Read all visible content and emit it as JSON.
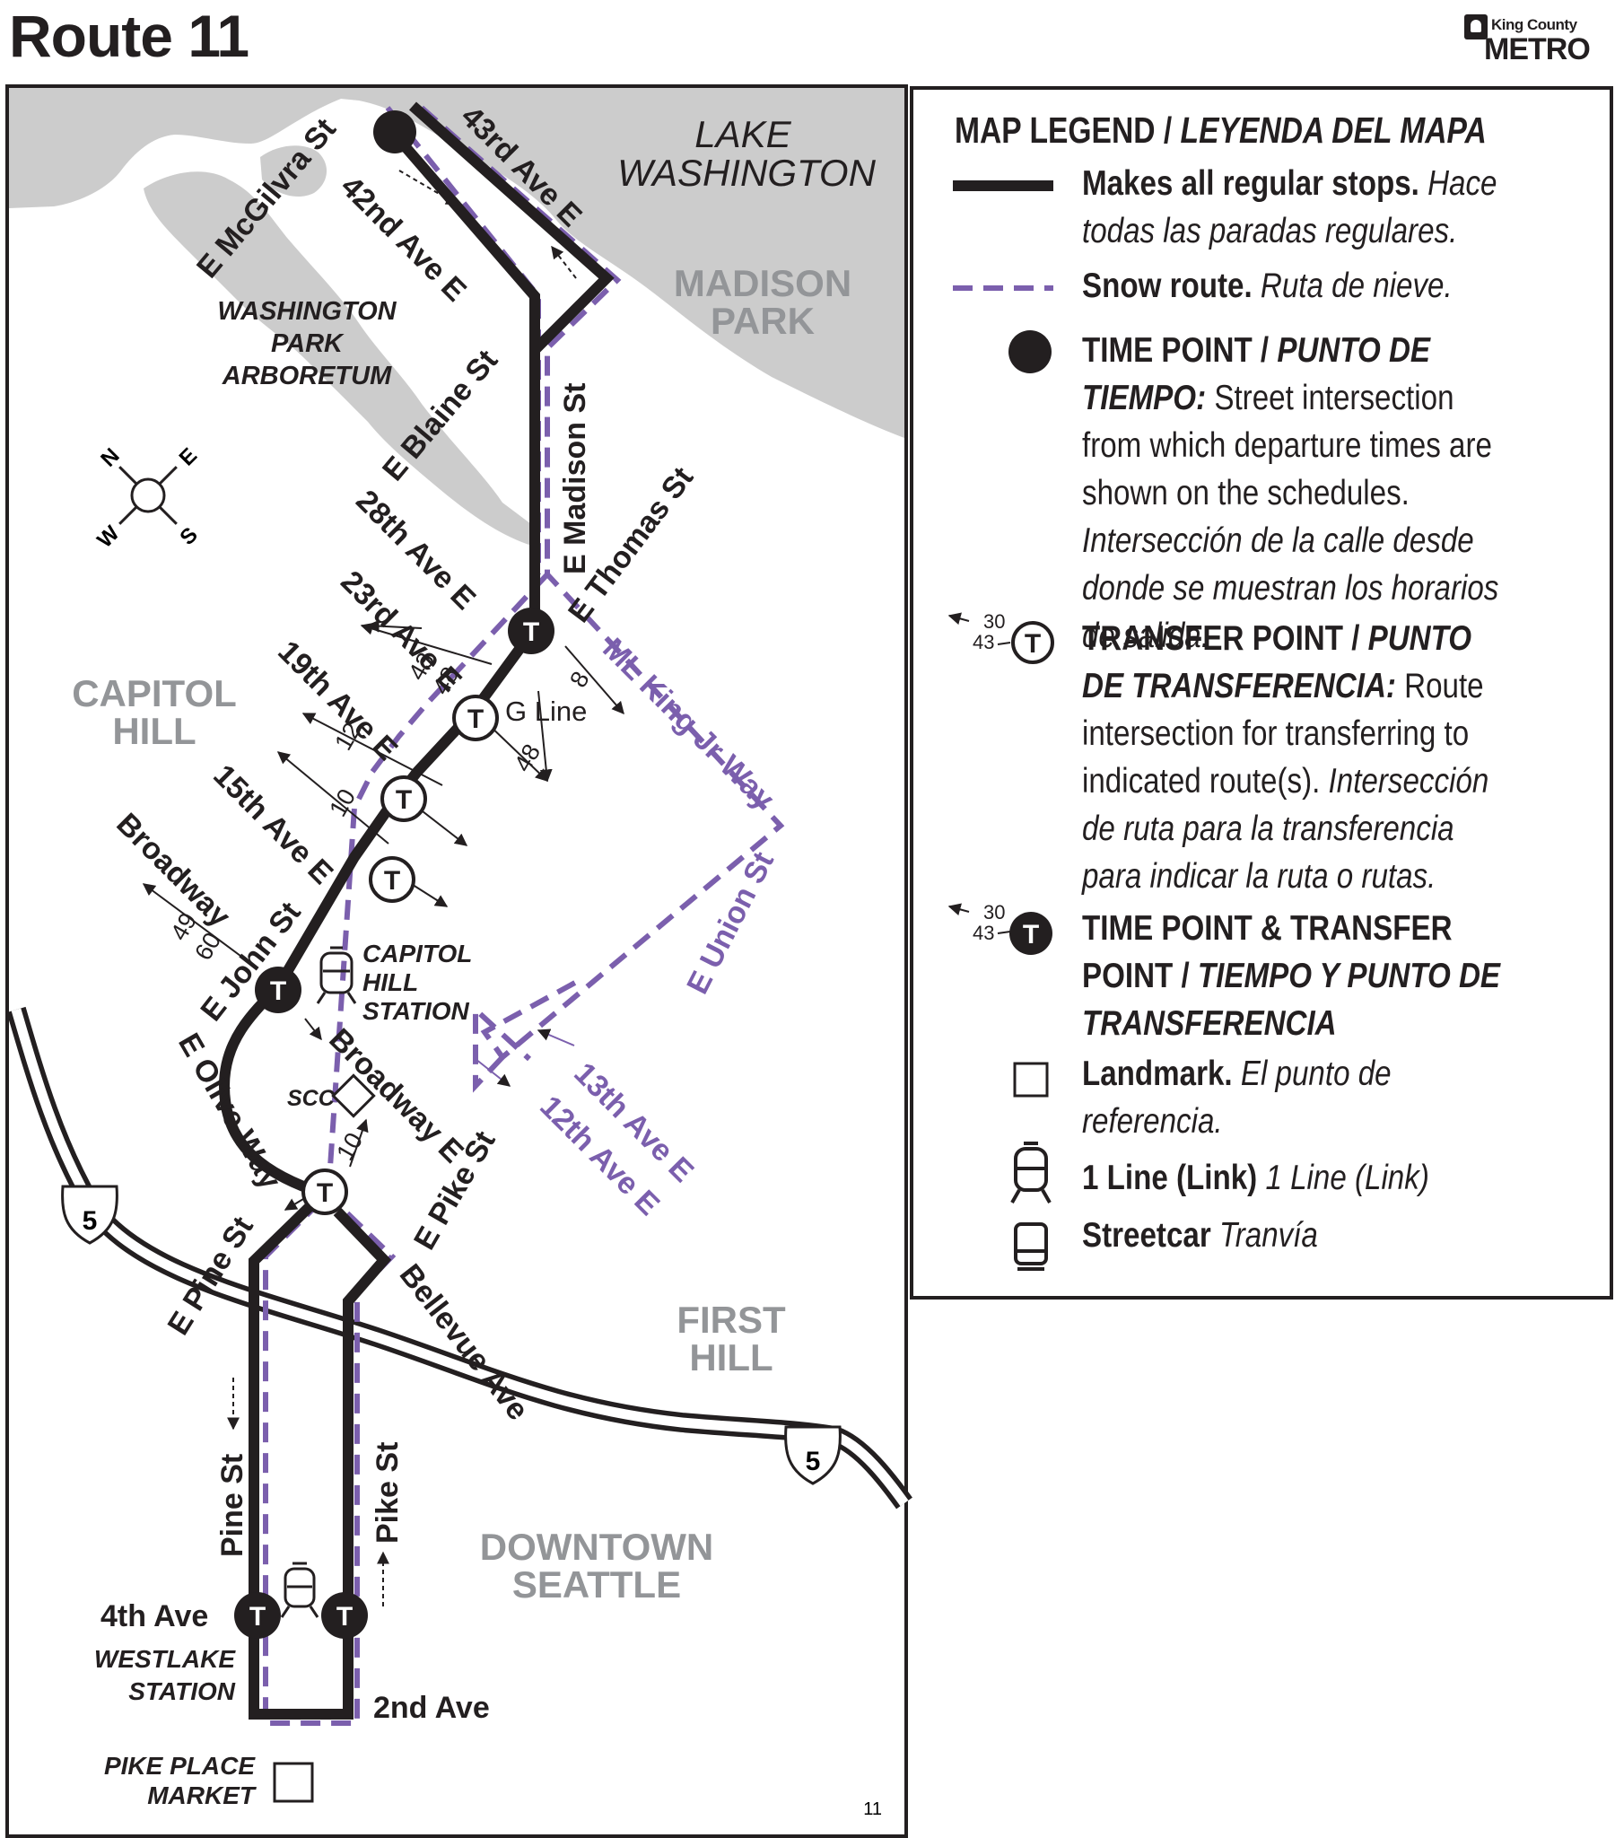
{
  "title": "Route 11",
  "brand": {
    "line1": "King County",
    "line2": "METRO"
  },
  "page_number": "11",
  "colors": {
    "route": "#231f20",
    "snow_route": "#7b5fad",
    "water": "#cccccc",
    "area_label": "#939598",
    "background": "#ffffff"
  },
  "areas": {
    "lake_washington": [
      "LAKE",
      "WASHINGTON"
    ],
    "madison_park": [
      "MADISON",
      "PARK"
    ],
    "arboretum": [
      "WASHINGTON",
      "PARK",
      "ARBORETUM"
    ],
    "capitol_hill": [
      "CAPITOL",
      "HILL"
    ],
    "first_hill": [
      "FIRST",
      "HILL"
    ],
    "downtown": [
      "DOWNTOWN",
      "SEATTLE"
    ]
  },
  "compass": {
    "n": "N",
    "e": "E",
    "s": "S",
    "w": "W"
  },
  "streets": {
    "mcgilvra": "E McGilvra St",
    "ave43": "43rd Ave E",
    "ave42": "42nd Ave E",
    "blaine": "E Blaine St",
    "madison": "E Madison St",
    "ave28": "28th Ave E",
    "thomas": "E Thomas St",
    "ave23": "23rd Ave E",
    "mlk": "ML King Jr Way",
    "ave19": "19th Ave E",
    "ave15": "15th Ave E",
    "broadway": "Broadway",
    "union": "E Union St",
    "john": "E John St",
    "broadway_e": "Broadway E",
    "olive": "E Olive Way",
    "ave13": "13th Ave E",
    "ave12": "12th Ave E",
    "pike_e": "E Pike St",
    "pine_e": "E Pine St",
    "bellevue": "Bellevue Ave",
    "pine": "Pine St",
    "pike": "Pike St",
    "ave4": "4th Ave",
    "ave2": "2nd Ave"
  },
  "highway": {
    "shield": "5"
  },
  "stations": {
    "capitol_hill": [
      "CAPITOL",
      "HILL",
      "STATION"
    ],
    "westlake": [
      "WESTLAKE",
      "STATION"
    ],
    "pike_place": [
      "PIKE PLACE",
      "MARKET"
    ],
    "scc": "SCC"
  },
  "transfers": {
    "r43_48": [
      "43",
      "48"
    ],
    "r8": "8",
    "g_line": "G Line",
    "r48": "48",
    "r12": "12",
    "r10": "10",
    "r49_60": [
      "49",
      "60"
    ],
    "r10_scc": "10"
  },
  "markers": {
    "t": "T"
  },
  "legend": {
    "heading": [
      "MAP LEGEND / ",
      "LEYENDA DEL MAPA"
    ],
    "items": [
      {
        "name": "regular",
        "bold": "Makes all regular stops. ",
        "ital": "Hace todas las paradas regulares."
      },
      {
        "name": "snow",
        "bold": "Snow route. ",
        "ital": "Ruta de nieve."
      },
      {
        "name": "timepoint",
        "bold": "TIME POINT / ",
        "boldital": "PUNTO DE TIEMPO:",
        "text": " Street intersection from which departure times are shown on the schedules. ",
        "ital": "Intersección de la calle desde donde se muestran los horarios de salida."
      },
      {
        "name": "transfer",
        "bold": "TRANSFER POINT / ",
        "boldital": "PUNTO DE TRANSFERENCIA:",
        "text": " Route intersection for transferring to indicated route(s). ",
        "ital": "Intersección de ruta para la transferencia para indicar la ruta o rutas."
      },
      {
        "name": "time-transfer",
        "bold": "TIME POINT & TRANSFER POINT / ",
        "boldital": "TIEMPO Y PUNTO DE TRANSFERENCIA"
      },
      {
        "name": "landmark",
        "bold": "Landmark. ",
        "ital": "El punto de referencia."
      },
      {
        "name": "link",
        "bold": "1 Line (Link) ",
        "ital": "1 Line (Link)"
      },
      {
        "name": "streetcar",
        "bold": "Streetcar ",
        "ital": "Tranvía"
      }
    ],
    "sample_routes": [
      "30",
      "43"
    ]
  }
}
